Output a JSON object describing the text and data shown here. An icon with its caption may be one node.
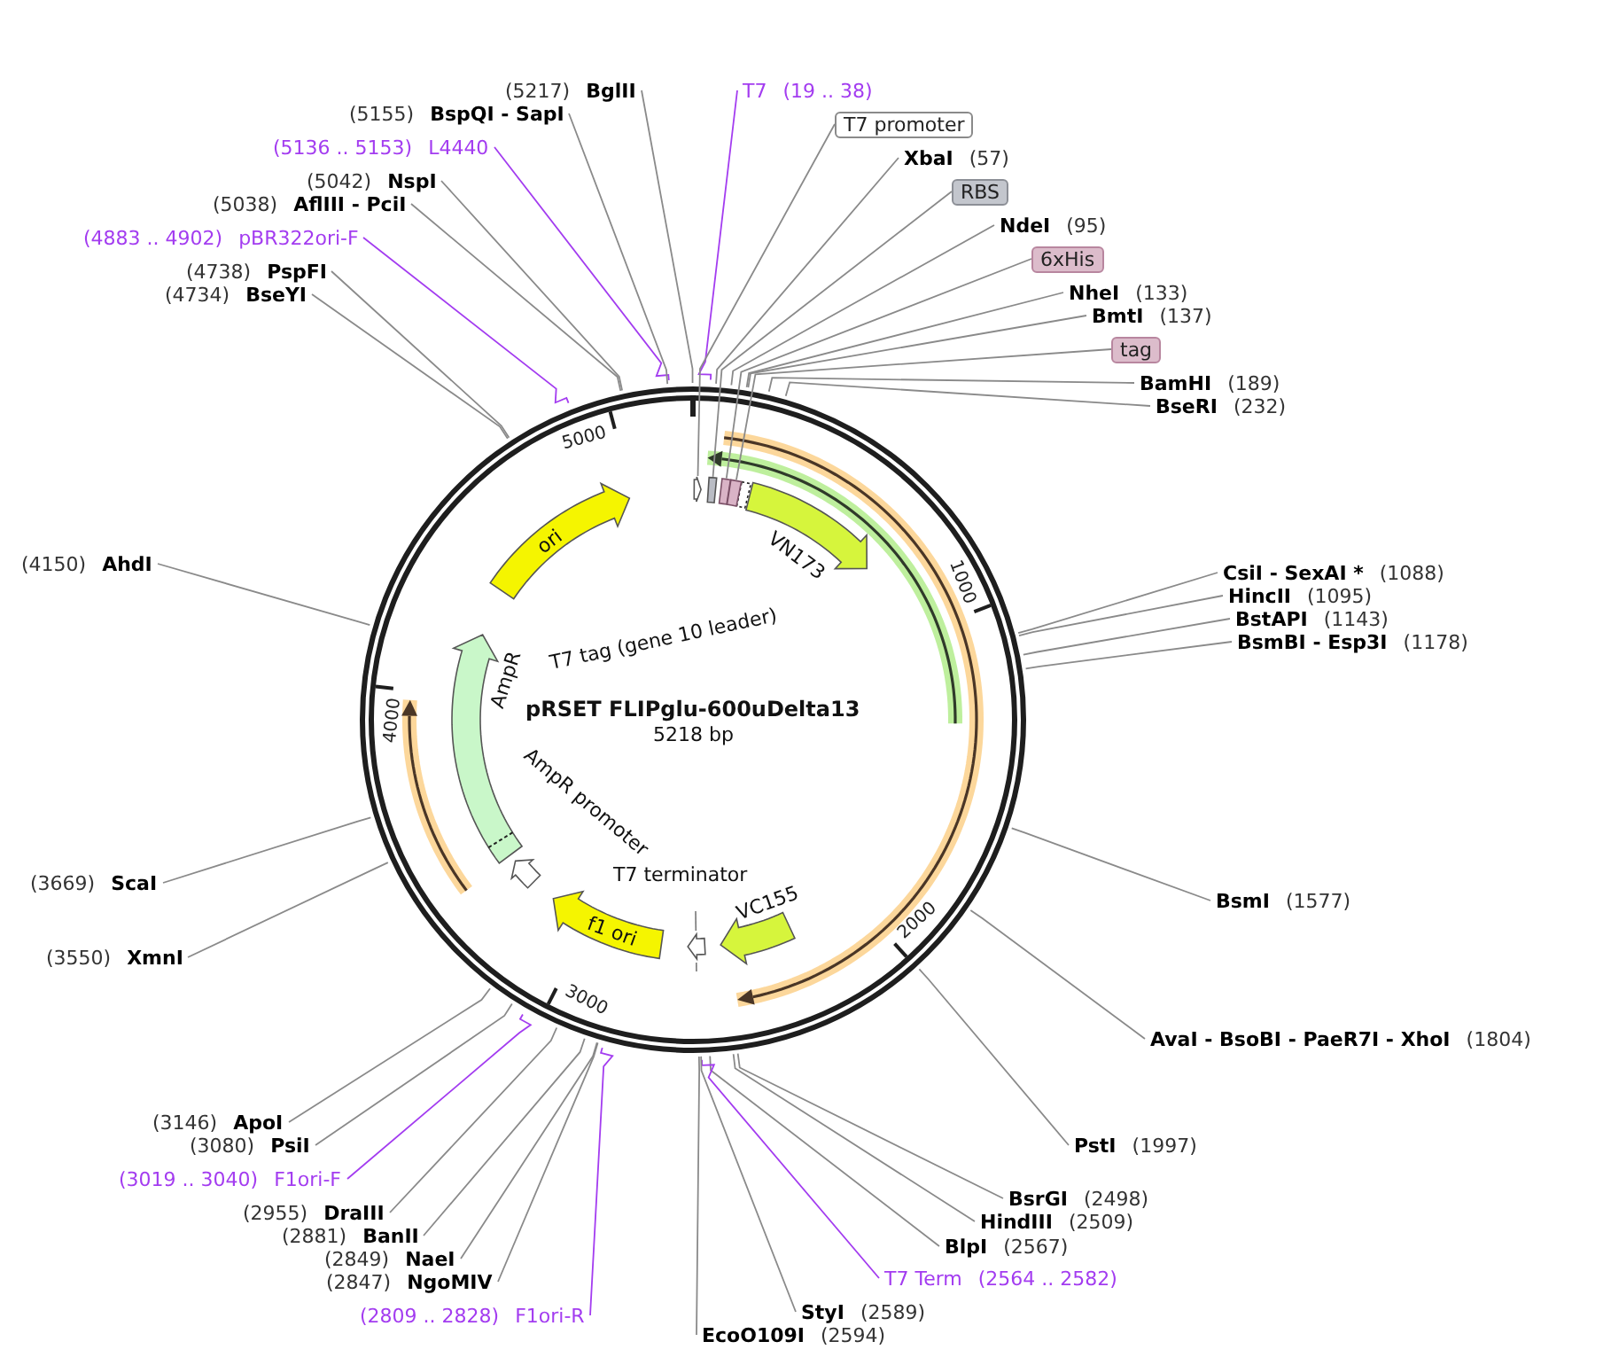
{
  "diagram": {
    "title": "pRSET FLIPglu-600uDelta13",
    "nodes": [
      {
        "text": [
          "T7",
          "(19 .. 38)"
        ]
      },
      {
        "text": [
          "T7 promoter"
        ]
      },
      {
        "text": [
          "XbaI",
          "(57)"
        ]
      },
      {
        "text": [
          "RBS"
        ]
      },
      {
        "text": [
          "NdeI",
          "(95)"
        ]
      },
      {
        "text": [
          "6xHis"
        ]
      },
      {
        "text": [
          "NheI",
          "(133)"
        ]
      },
      {
        "text": [
          "BmtI",
          "(137)"
        ]
      },
      {
        "text": [
          "tag"
        ]
      },
      {
        "text": [
          "BamHI",
          "(189)"
        ]
      },
      {
        "text": [
          "BseRI",
          "(232)"
        ]
      },
      {
        "text": [
          "CsiI - SexAI *",
          "(1088)"
        ]
      },
      {
        "text": [
          "HincII",
          "(1095)"
        ]
      },
      {
        "text": [
          "BstAPI",
          "(1143)"
        ]
      },
      {
        "text": [
          "BsmBI - Esp3I",
          "(1178)"
        ]
      },
      {
        "text": [
          "BsmI",
          "(1577)"
        ]
      },
      {
        "text": [
          "AvaI - BsoBI - PaeR7I - XhoI",
          "(1804)"
        ]
      },
      {
        "text": [
          "PstI",
          "(1997)"
        ]
      },
      {
        "text": [
          "BsrGI",
          "(2498)"
        ]
      },
      {
        "text": [
          "HindIII",
          "(2509)"
        ]
      },
      {
        "text": [
          "BlpI",
          "(2567)"
        ]
      },
      {
        "text": [
          "T7 Term",
          "(2564 .. 2582)"
        ]
      },
      {
        "text": [
          "StyI",
          "(2589)"
        ]
      },
      {
        "text": [
          "EcoO109I",
          "(2594)"
        ]
      },
      {
        "text": [
          "(2809 .. 2828)",
          "F1ori-R"
        ]
      },
      {
        "text": [
          "(2847)",
          "NgoMIV"
        ]
      },
      {
        "text": [
          "(2849)",
          "NaeI"
        ]
      },
      {
        "text": [
          "(2881)",
          "BanII"
        ]
      },
      {
        "text": [
          "(2955)",
          "DraIII"
        ]
      },
      {
        "text": [
          "(3019 .. 3040)",
          "F1ori-F"
        ]
      },
      {
        "text": [
          "(3080)",
          "PsiI"
        ]
      },
      {
        "text": [
          "(3146)",
          "ApoI"
        ]
      },
      {
        "text": [
          "(3550)",
          "XmnI"
        ]
      },
      {
        "text": [
          "(3669)",
          "ScaI"
        ]
      },
      {
        "text": [
          "(4150)",
          "AhdI"
        ]
      },
      {
        "text": [
          "(4734)",
          "BseYI"
        ]
      },
      {
        "text": [
          "(4738)",
          "PspFI"
        ]
      },
      {
        "text": [
          "(4883 .. 4902)",
          "pBR322ori-F"
        ]
      },
      {
        "text": [
          "(5038)",
          "AflIII - PciI"
        ]
      },
      {
        "text": [
          "(5042)",
          "NspI"
        ]
      },
      {
        "text": [
          "(5136 .. 5153)",
          "L4440"
        ]
      },
      {
        "text": [
          "(5155)",
          "BspQI - SapI"
        ]
      },
      {
        "text": [
          "(5217)",
          "BglII"
        ]
      },
      {
        "text": [],
        "shape": "arrow"
      },
      {
        "text": [],
        "shape": "bar"
      },
      {
        "text": [],
        "shape": "bar"
      },
      {
        "text": [],
        "shape": "bar"
      },
      {
        "text": [
          "T7 tag (gene 10 leader)"
        ]
      },
      {
        "text": [
          "VN173"
        ]
      },
      {
        "text": [
          "VC155"
        ]
      },
      {
        "text": [
          "T7 terminator"
        ]
      },
      {
        "text": [
          "f1 ori"
        ]
      },
      {
        "text": [
          "AmpR promoter"
        ]
      },
      {
        "text": [
          "AmpR"
        ]
      },
      {
        "text": [
          "ori"
        ]
      }
    ],
    "edges": [
      {
        "from": 0,
        "to": null,
        "arrow": "none",
        "color": "#a33cf0"
      },
      {
        "from": 1,
        "to": 43,
        "arrow": "none"
      },
      {
        "from": 2,
        "to": null,
        "arrow": "none"
      },
      {
        "from": 3,
        "to": 44,
        "arrow": "none"
      },
      {
        "from": 4,
        "to": null,
        "arrow": "none"
      },
      {
        "from": 5,
        "to": 45,
        "arrow": "none"
      },
      {
        "from": 6,
        "to": null,
        "arrow": "none"
      },
      {
        "from": 7,
        "to": null,
        "arrow": "none"
      },
      {
        "from": 8,
        "to": 46,
        "arrow": "none"
      },
      {
        "from": 9,
        "to": null,
        "arrow": "none"
      },
      {
        "from": 10,
        "to": null,
        "arrow": "none"
      },
      {
        "from": 11,
        "to": null,
        "arrow": "none"
      },
      {
        "from": 12,
        "to": null,
        "arrow": "none"
      },
      {
        "from": 13,
        "to": null,
        "arrow": "none"
      },
      {
        "from": 14,
        "to": null,
        "arrow": "none"
      },
      {
        "from": 15,
        "to": null,
        "arrow": "none"
      },
      {
        "from": 16,
        "to": null,
        "arrow": "none"
      },
      {
        "from": 17,
        "to": null,
        "arrow": "none"
      },
      {
        "from": 18,
        "to": null,
        "arrow": "none"
      },
      {
        "from": 19,
        "to": null,
        "arrow": "none"
      },
      {
        "from": 20,
        "to": null,
        "arrow": "none"
      },
      {
        "from": 21,
        "to": null,
        "arrow": "none",
        "color": "#a33cf0"
      },
      {
        "from": 22,
        "to": null,
        "arrow": "none"
      },
      {
        "from": 23,
        "to": null,
        "arrow": "none"
      },
      {
        "from": 24,
        "to": null,
        "arrow": "none",
        "color": "#a33cf0"
      },
      {
        "from": 25,
        "to": null,
        "arrow": "none"
      },
      {
        "from": 26,
        "to": null,
        "arrow": "none"
      },
      {
        "from": 27,
        "to": null,
        "arrow": "none"
      },
      {
        "from": 28,
        "to": null,
        "arrow": "none"
      },
      {
        "from": 29,
        "to": null,
        "arrow": "none",
        "color": "#a33cf0"
      },
      {
        "from": 30,
        "to": null,
        "arrow": "none"
      },
      {
        "from": 31,
        "to": null,
        "arrow": "none"
      },
      {
        "from": 32,
        "to": null,
        "arrow": "none"
      },
      {
        "from": 33,
        "to": null,
        "arrow": "none"
      },
      {
        "from": 34,
        "to": null,
        "arrow": "none"
      },
      {
        "from": 35,
        "to": null,
        "arrow": "none"
      },
      {
        "from": 36,
        "to": null,
        "arrow": "none"
      },
      {
        "from": 37,
        "to": null,
        "arrow": "none",
        "color": "#a33cf0"
      },
      {
        "from": 38,
        "to": null,
        "arrow": "none"
      },
      {
        "from": 39,
        "to": null,
        "arrow": "none"
      },
      {
        "from": 40,
        "to": null,
        "arrow": "none",
        "color": "#a33cf0"
      },
      {
        "from": 41,
        "to": null,
        "arrow": "none"
      },
      {
        "from": 42,
        "to": null,
        "arrow": "none"
      }
    ],
    "labels": [
      "5218 bp",
      "1000",
      "2000",
      "3000",
      "4000",
      "5000"
    ]
  }
}
